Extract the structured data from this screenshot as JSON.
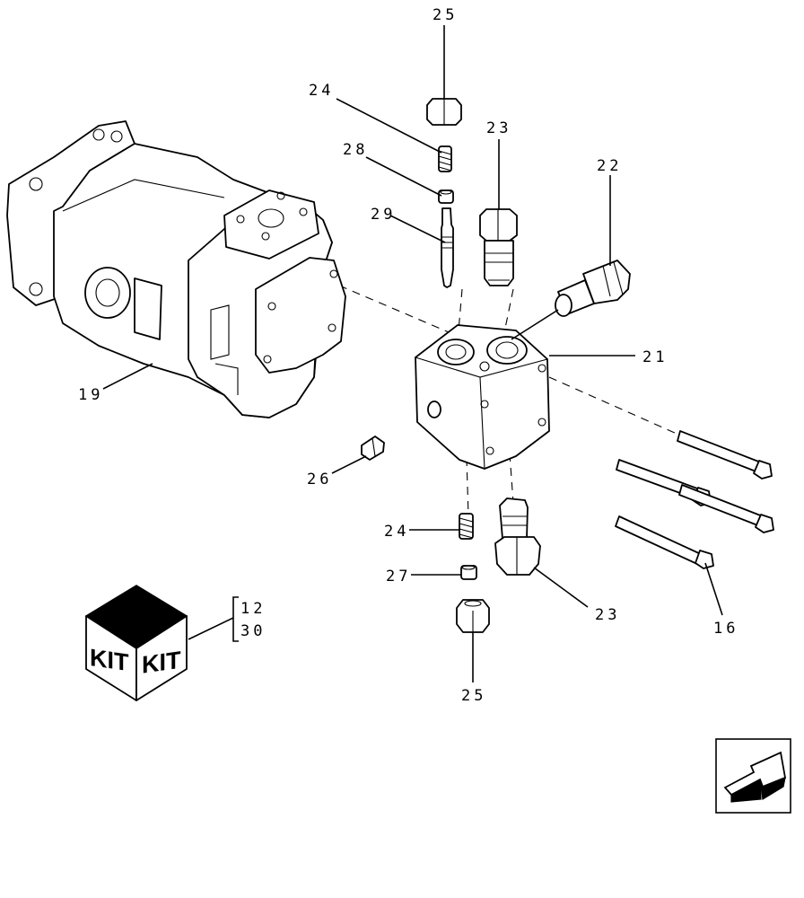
{
  "callouts": {
    "c25_top": "25",
    "c24_top": "24",
    "c28": "28",
    "c29": "29",
    "c23_top": "23",
    "c22": "22",
    "c21": "21",
    "c19": "19",
    "c26": "26",
    "c24_bottom": "24",
    "c27": "27",
    "c25_bottom": "25",
    "c23_bottom": "23",
    "c16": "16"
  },
  "kit": {
    "face_left": "KIT",
    "face_right": "KIT",
    "ref_a": "12",
    "ref_b": "30"
  },
  "nav": {
    "icon": "back-arrow-icon"
  }
}
